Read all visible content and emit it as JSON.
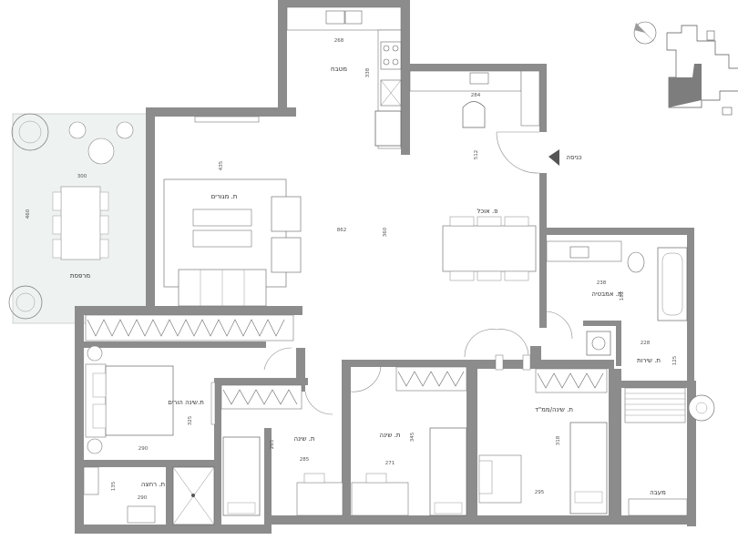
{
  "rooms": {
    "kitchen": "מטבח",
    "living": "ת. מגורים",
    "dining": "פ. אוכל",
    "entrance": "כניסה",
    "balcony": "מרפסת",
    "bathroom": "ת. אמבטיה",
    "laundry": "ת. שירות",
    "master": "ת.שינה הורים",
    "master_shower": "ת. רחצה",
    "bedroom_a": "ת. שינה",
    "bedroom_b": "ת. שינה",
    "safe_room": "ת. שינה/ממ\"ד",
    "elevator_area": "מעבה"
  },
  "dimensions": {
    "kitchen_w": "268",
    "kitchen_d": "338",
    "kitchen_nook": "284",
    "hall_d": "512",
    "living_d": "435",
    "living_w": "862",
    "dining_d": "360",
    "balcony_w": "300",
    "balcony_d": "460",
    "bath_w": "238",
    "bath_d": "182",
    "laundry_w": "228",
    "laundry_d": "125",
    "master_w": "290",
    "master_d": "325",
    "shower_w": "290",
    "shower_d": "135",
    "bed_a_w": "285",
    "bed_a_d": "265",
    "bed_b_w": "271",
    "bed_b_d": "345",
    "safe_w": "295",
    "safe_d": "318"
  },
  "colors": {
    "wall": "#8c8c8c",
    "furniture_stroke": "#666666",
    "balcony_fill": "#eef2f0",
    "keyplan_fill": "#7d7d7d"
  },
  "north_icon": "north-arrow-icon"
}
